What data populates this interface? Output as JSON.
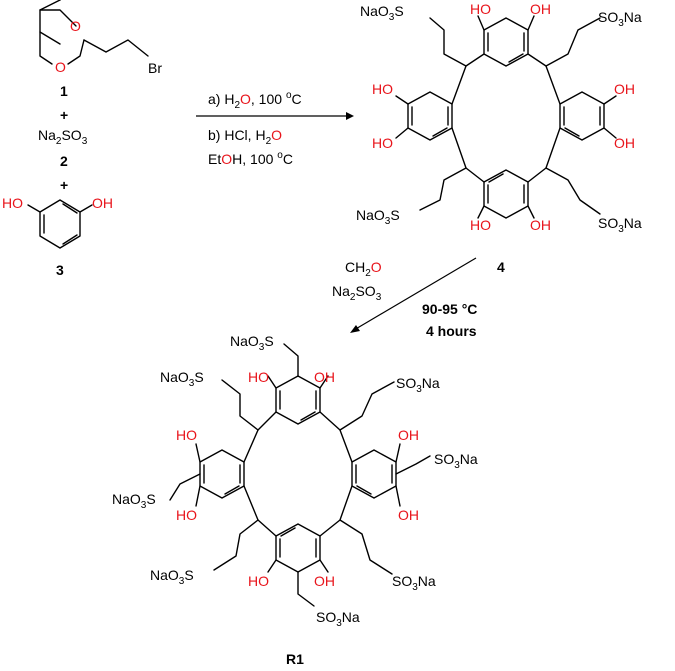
{
  "reactants": {
    "c1": {
      "label": "1",
      "atom_o1": "O",
      "atom_o2": "O",
      "atom_br": "Br"
    },
    "plus1": "+",
    "c2": {
      "label": "2",
      "formula_na": "Na",
      "formula_sub2": "2",
      "formula_s": "SO",
      "formula_sub3": "3"
    },
    "plus2": "+",
    "c3": {
      "label": "3",
      "oh_left": "HO",
      "oh_right": "OH"
    }
  },
  "step1": {
    "line_a_prefix": "a) H",
    "line_a_sub": "2",
    "line_a_o": "O",
    "line_a_suffix": ", 100 ",
    "line_a_deg": "o",
    "line_a_c": "C",
    "line_b_prefix": "b) HCl, H",
    "line_b_sub": "2",
    "line_b_o": "O",
    "line_c_et": "Et",
    "line_c_o": "O",
    "line_c_h": "H",
    "line_c_suffix": ", 100 ",
    "line_c_deg": "o",
    "line_c_c": "C"
  },
  "product4": {
    "label": "4",
    "ho": "HO",
    "oh": "OH",
    "sulfonate_left": "NaO",
    "sulfonate_right": "SO",
    "sub3": "3",
    "s": "S",
    "na": "Na"
  },
  "step2": {
    "reagent1_ch": "CH",
    "reagent1_sub": "2",
    "reagent1_o": "O",
    "reagent2_na": "Na",
    "reagent2_sub2": "2",
    "reagent2_so": "SO",
    "reagent2_sub3": "3",
    "temp": "90-95 °C",
    "time": "4 hours"
  },
  "productR1": {
    "label": "R1"
  },
  "colors": {
    "oxygen": "#e8141b",
    "text": "#000000"
  }
}
